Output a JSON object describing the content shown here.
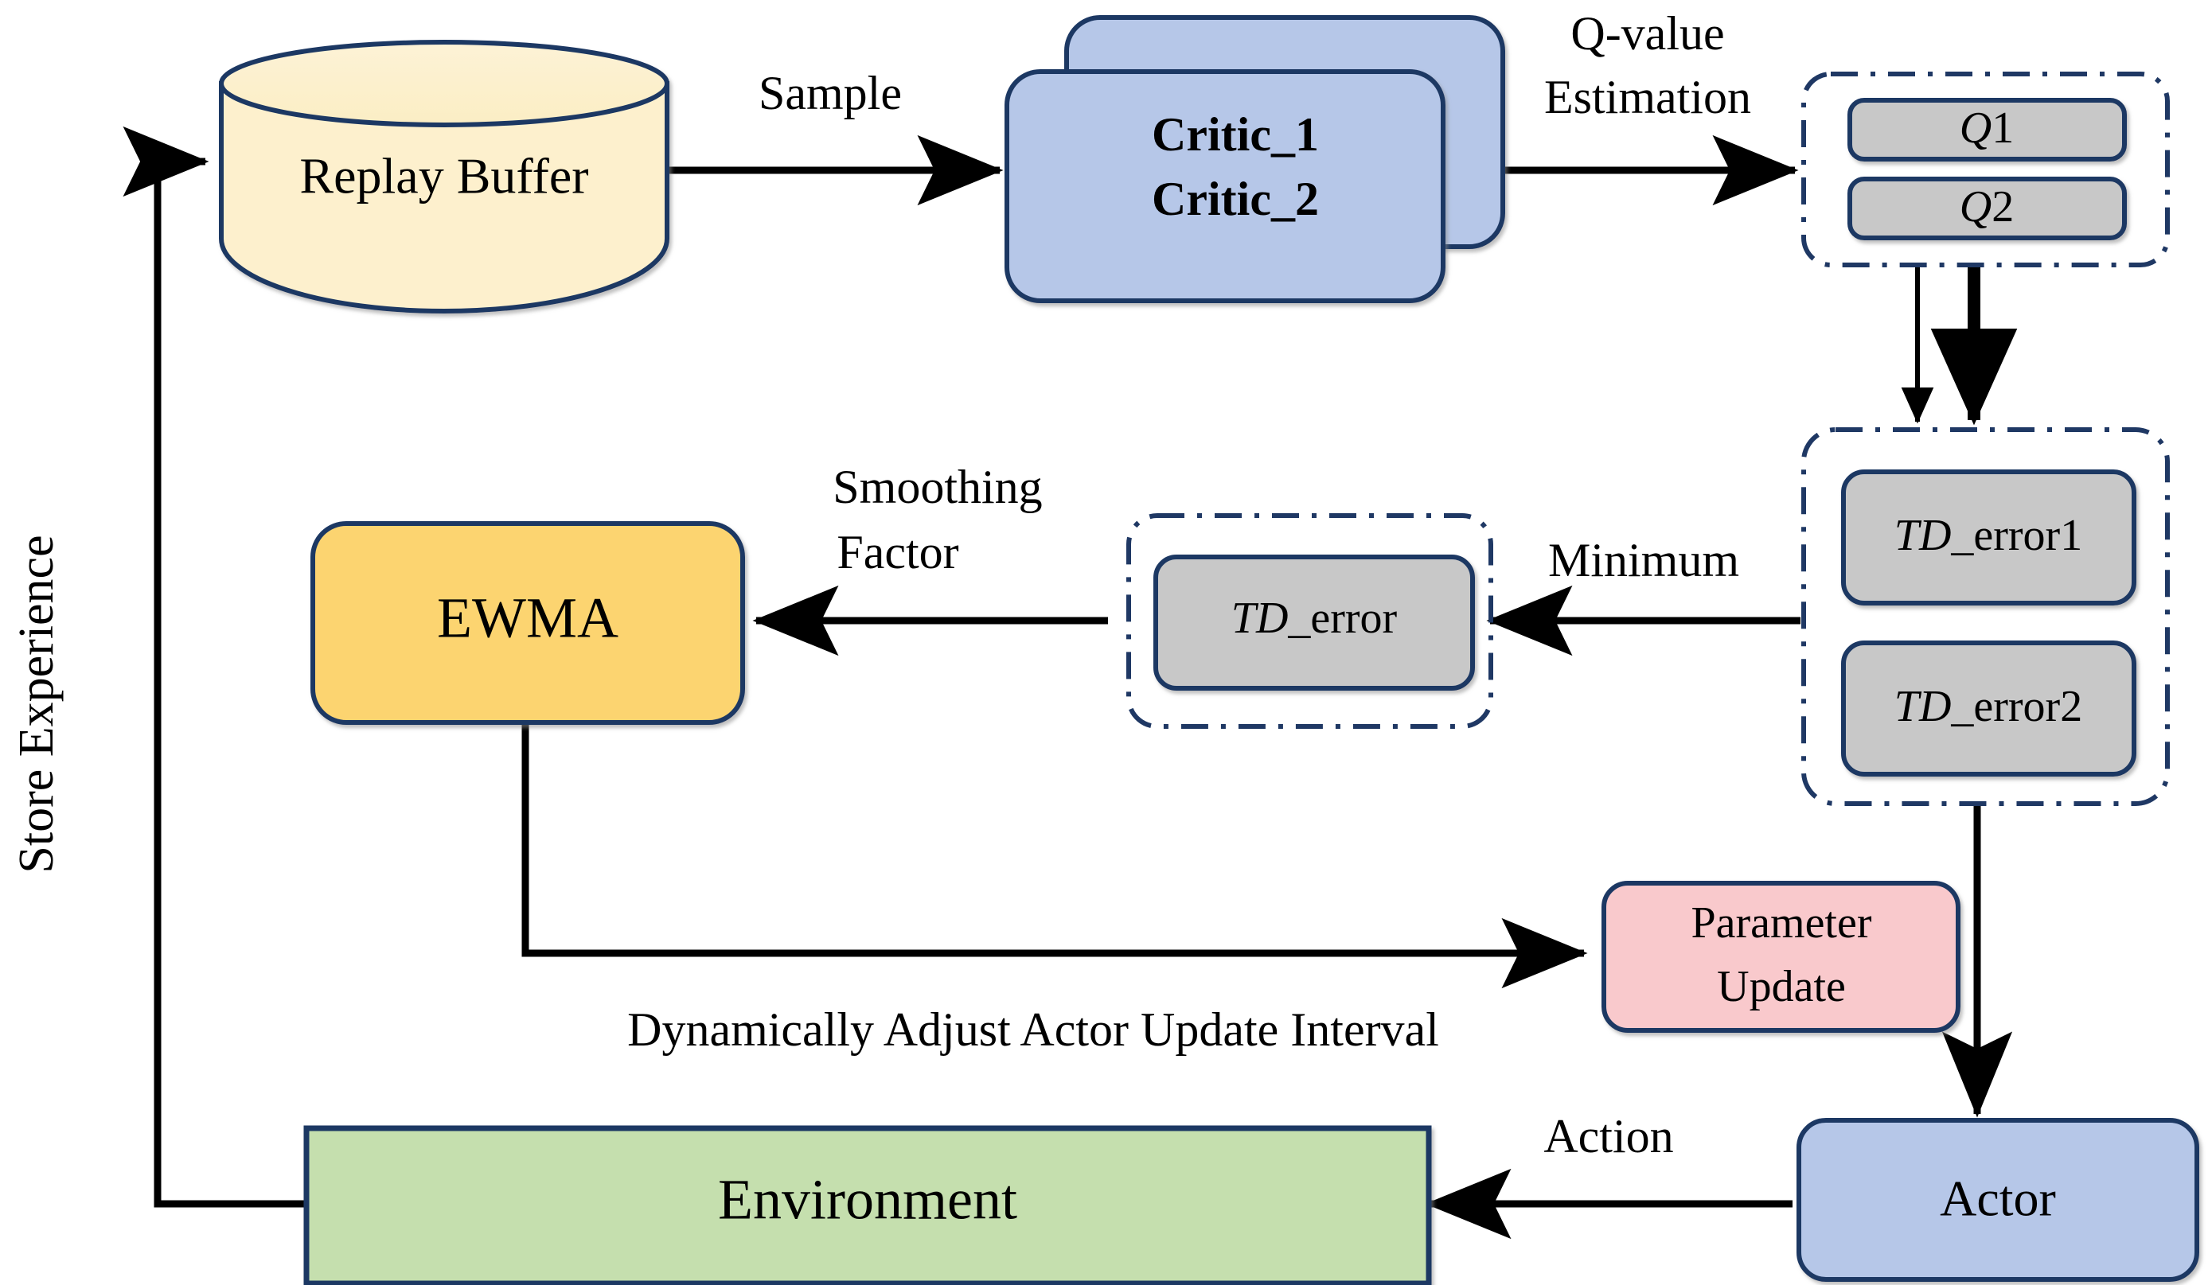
{
  "diagram": {
    "title": "TD3 with EWMA-based dynamic actor update interval",
    "background_color": "#ffffff",
    "palette": {
      "outline": "#1f3864",
      "arrow": "#000000",
      "buffer_fill": "#fdf0cd",
      "critic_fill": "#b6c7e8",
      "actor_fill": "#b6c7e8",
      "value_box_fill": "#c8c8c8",
      "ewma_fill": "#fcd46f",
      "param_fill": "#f9c9cc",
      "env_fill": "#c5dfae",
      "dashed_group_stroke": "#1f3864"
    },
    "nodes": {
      "replay_buffer": {
        "label": "Replay Buffer",
        "shape": "cylinder",
        "fill": "#fdf0cd"
      },
      "critic_stack": {
        "label_line1": "Critic_1",
        "label_line2": "Critic_2",
        "shape": "stacked-rounded-rect",
        "fill": "#b6c7e8"
      },
      "q_group": {
        "shape": "dash-dot-rounded-group",
        "items": [
          {
            "label_italic": "Q",
            "label_rest": "1",
            "fill": "#c8c8c8"
          },
          {
            "label_italic": "Q",
            "label_rest": "2",
            "fill": "#c8c8c8"
          }
        ]
      },
      "td_error_pair_group": {
        "shape": "dash-dot-rounded-group",
        "items": [
          {
            "label_italic": "TD",
            "label_rest": "_error1",
            "fill": "#c8c8c8"
          },
          {
            "label_italic": "TD",
            "label_rest": "_error2",
            "fill": "#c8c8c8"
          }
        ]
      },
      "td_error_group": {
        "shape": "dash-dot-rounded-group",
        "items": [
          {
            "label_italic": "TD",
            "label_rest": "_error",
            "fill": "#c8c8c8"
          }
        ]
      },
      "ewma": {
        "label": "EWMA",
        "shape": "rounded-rect",
        "fill": "#fcd46f"
      },
      "parameter_update": {
        "label_line1": "Parameter",
        "label_line2": "Update",
        "shape": "rounded-rect",
        "fill": "#f9c9cc"
      },
      "actor": {
        "label": "Actor",
        "shape": "rounded-rect",
        "fill": "#b6c7e8"
      },
      "environment": {
        "label": "Environment",
        "shape": "rect",
        "fill": "#c5dfae"
      }
    },
    "edge_labels": {
      "sample": "Sample",
      "q_value_estimation_line1": "Q-value",
      "q_value_estimation_line2": "Estimation",
      "minimum": "Minimum",
      "smoothing_factor_line1": "Smoothing",
      "smoothing_factor_line2": "Factor",
      "dynamic_interval": "Dynamically Adjust Actor Update Interval",
      "action": "Action",
      "store_experience": "Store Experience"
    },
    "edges": [
      {
        "from": "environment",
        "to": "replay_buffer",
        "label": "Store Experience"
      },
      {
        "from": "replay_buffer",
        "to": "critic_stack",
        "label": "Sample"
      },
      {
        "from": "critic_stack",
        "to": "q_group",
        "label": "Q-value Estimation"
      },
      {
        "from": "q_group",
        "to": "td_error_pair_group",
        "label": ""
      },
      {
        "from": "td_error_pair_group",
        "to": "td_error_group",
        "label": "Minimum"
      },
      {
        "from": "td_error_group",
        "to": "ewma",
        "label": "Smoothing Factor"
      },
      {
        "from": "ewma",
        "to": "parameter_update",
        "label": "Dynamically Adjust Actor Update Interval"
      },
      {
        "from": "td_error_pair_group",
        "to": "actor",
        "label": ""
      },
      {
        "from": "actor",
        "to": "environment",
        "label": "Action"
      }
    ]
  }
}
